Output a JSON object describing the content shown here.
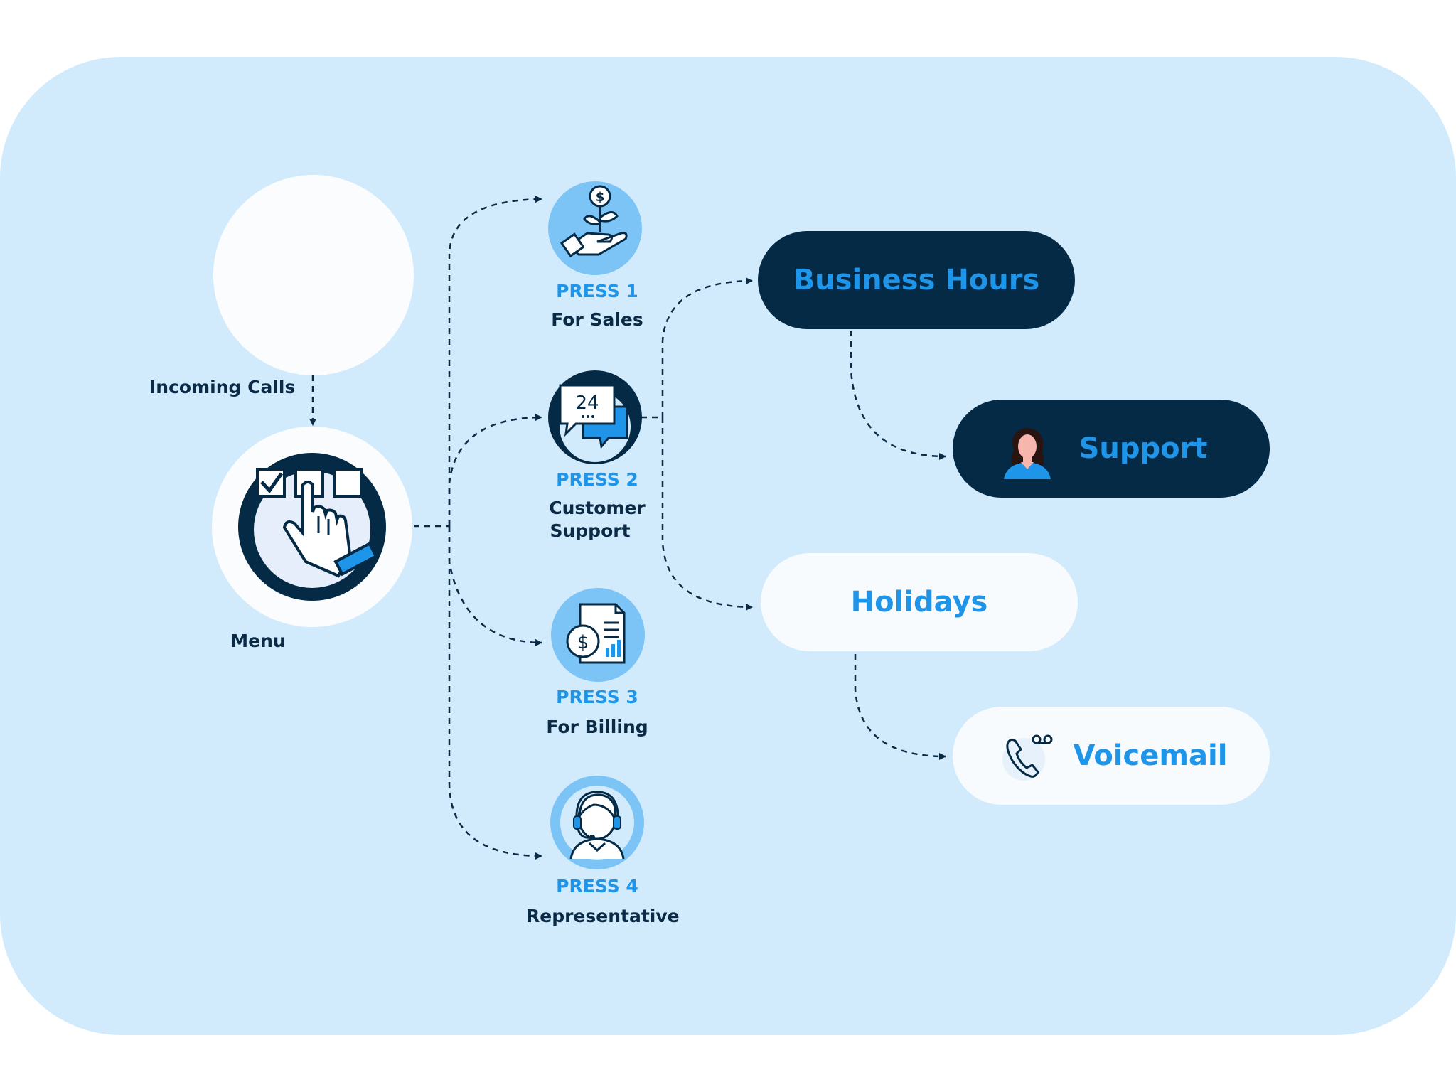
{
  "nodes": {
    "incoming": {
      "label": "Incoming Calls"
    },
    "menu": {
      "label": "Menu",
      "icon": "menu-select-icon"
    }
  },
  "options": [
    {
      "press": "PRESS 1",
      "label": "For Sales",
      "icon": "sales-plant-icon"
    },
    {
      "press": "PRESS 2",
      "label_line1": "Customer",
      "label_line2": "Support",
      "icon": "24-chat-icon"
    },
    {
      "press": "PRESS 3",
      "label": "For Billing",
      "icon": "billing-document-icon"
    },
    {
      "press": "PRESS 4",
      "label": "Representative",
      "icon": "headset-agent-icon"
    }
  ],
  "routes": {
    "business_hours": {
      "label": "Business Hours"
    },
    "support": {
      "label": "Support",
      "icon": "woman-avatar-icon"
    },
    "holidays": {
      "label": "Holidays"
    },
    "voicemail": {
      "label": "Voicemail",
      "icon": "voicemail-phone-icon"
    }
  },
  "colors": {
    "background": "#d2ebfc",
    "navy": "#052a45",
    "accent": "#1f95ea",
    "light_blue": "#7cc3f6",
    "white": "#fbfcfd"
  }
}
